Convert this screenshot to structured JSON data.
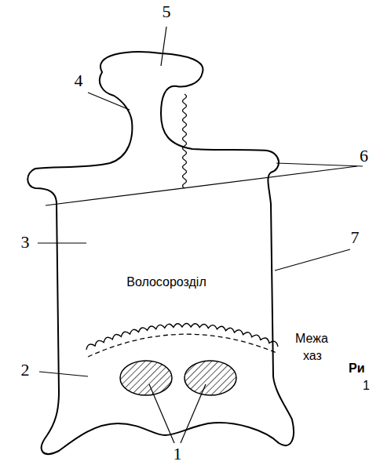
{
  "diagram": {
    "labels": [
      "5",
      "4",
      "6",
      "3",
      "7",
      "Волосорозділ",
      "Межа",
      "хаз",
      "Ри",
      "1",
      "2",
      "1"
    ]
  }
}
